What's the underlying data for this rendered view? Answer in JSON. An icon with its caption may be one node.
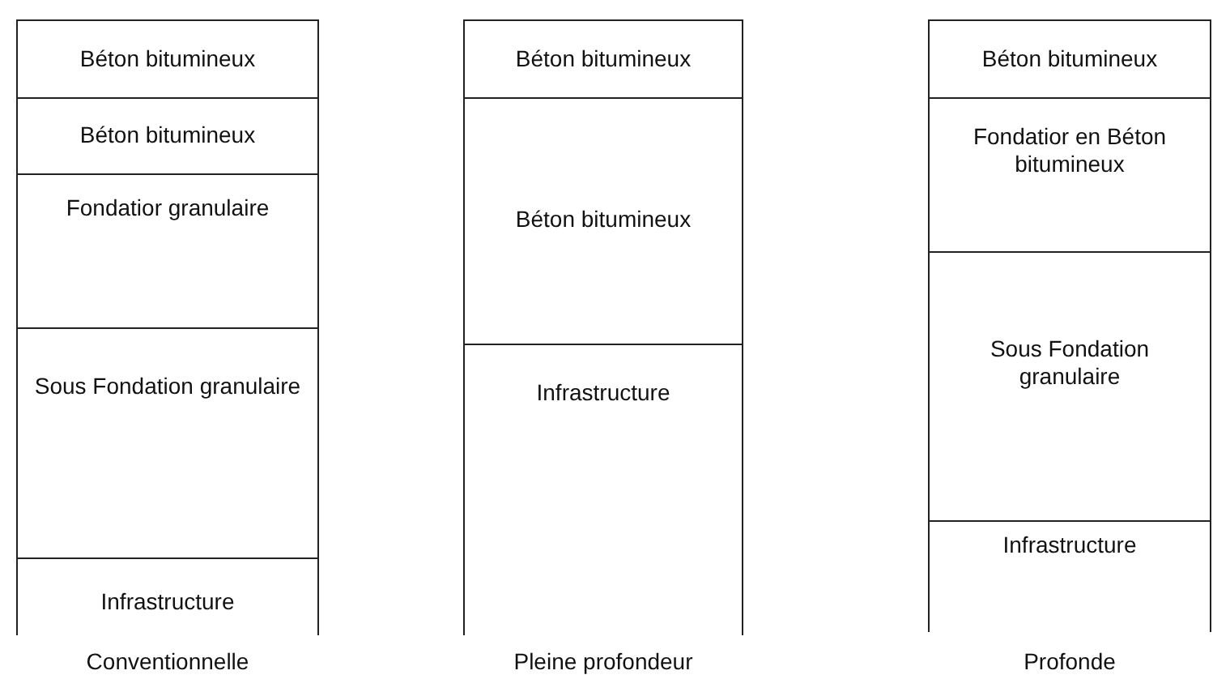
{
  "diagram": {
    "nodes": [
      {
        "text": [
          "Béton bitumineux"
        ]
      },
      {
        "text": [
          "Béton bitumineux"
        ]
      },
      {
        "text": [
          "Fondatior granulaire"
        ]
      },
      {
        "text": [
          "Sous Fondation granulaire"
        ]
      },
      {
        "text": [
          "Infrastructure"
        ]
      },
      {
        "text": [
          "Béton bitumineux"
        ]
      },
      {
        "text": [
          "Béton bitumineux"
        ]
      },
      {
        "text": [
          "Infrastructure"
        ]
      },
      {
        "text": [
          "Béton bitumineux"
        ]
      },
      {
        "text": [
          "Fondatior en Béton bitumineux"
        ]
      },
      {
        "text": [
          "Sous Fondation granulaire"
        ]
      },
      {
        "text": [
          "Infrastructure"
        ]
      }
    ],
    "edges": [],
    "labels": [
      "Conventionnelle",
      "Pleine profondeur",
      "Profonde"
    ]
  }
}
